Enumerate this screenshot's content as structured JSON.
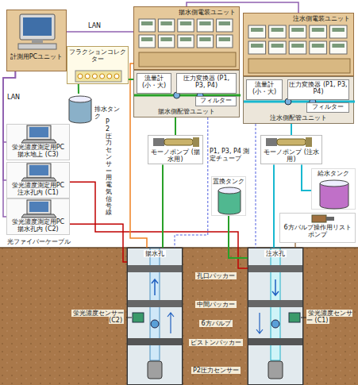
{
  "diagram": {
    "nodes": [
      {
        "text": [
          "計測用PCユニット"
        ]
      },
      {
        "text": [
          "揚水側電装ユニット"
        ]
      },
      {
        "text": [
          "注水側電装ユニット"
        ]
      },
      {
        "text": [
          "フラクションコレクター"
        ]
      },
      {
        "text": [
          "揚水側配管ユニット"
        ]
      },
      {
        "text": [
          "流量計 (小・大)"
        ],
        "in": 4
      },
      {
        "text": [
          "圧力変換器 (P1, P3, P4)"
        ],
        "in": 4
      },
      {
        "text": [
          "フィルター"
        ],
        "in": 4
      },
      {
        "text": [
          "注水側配管ユニット"
        ]
      },
      {
        "text": [
          "圧力変換器 (P1, P3, P4)"
        ],
        "in": 8
      },
      {
        "text": [
          "流量計 (小・大)"
        ],
        "in": 8
      },
      {
        "text": [
          "フィルター"
        ],
        "in": 8
      },
      {
        "text": [
          "排水タンク"
        ]
      },
      {
        "text": [
          "蛍光濃度測定用PC 揚水地上 (C3)"
        ]
      },
      {
        "text": [
          "蛍光濃度測定用PC 注水孔内 (C1)"
        ]
      },
      {
        "text": [
          "蛍光濃度測定用PC 揚水孔内 (C2)"
        ]
      },
      {
        "text": [
          "モーノポンプ (揚水用)"
        ]
      },
      {
        "text": [
          "モーノポンプ (注水用)"
        ]
      },
      {
        "text": [
          "給水タンク"
        ]
      },
      {
        "text": [
          "置換タンク"
        ]
      },
      {
        "text": [
          "6方バルブ操作用リストポンプ"
        ]
      },
      {
        "text": [
          "揚水孔"
        ]
      },
      {
        "text": [
          "注水孔"
        ]
      }
    ],
    "edges": [
      {
        "from": 0,
        "to": 1,
        "arrow": "none",
        "label": "LAN"
      },
      {
        "from": 1,
        "to": 2,
        "arrow": "none"
      },
      {
        "from": 0,
        "to": 13,
        "arrow": "none",
        "label": "LAN"
      },
      {
        "from": 0,
        "to": 14,
        "arrow": "none"
      },
      {
        "from": 0,
        "to": 15,
        "arrow": "none"
      },
      {
        "from": 14,
        "to": 22,
        "arrow": "none"
      },
      {
        "from": 15,
        "to": 21,
        "arrow": "none",
        "label": "光ファイバーケーブル"
      },
      {
        "from": 1,
        "to": 21,
        "arrow": "none"
      },
      {
        "from": 21,
        "to": 16,
        "arrow": "none"
      },
      {
        "from": 16,
        "to": 4,
        "arrow": "none"
      },
      {
        "from": 4,
        "to": 3,
        "arrow": "none"
      },
      {
        "from": 3,
        "to": 12,
        "arrow": "none"
      },
      {
        "from": 4,
        "to": 21,
        "arrow": "none"
      },
      {
        "from": 8,
        "to": 22,
        "arrow": "none"
      },
      {
        "from": 18,
        "to": 17,
        "arrow": "none"
      },
      {
        "from": 17,
        "to": 8,
        "arrow": "none"
      },
      {
        "from": 17,
        "to": 22,
        "arrow": "none"
      },
      {
        "from": 19,
        "to": 22,
        "arrow": "none"
      },
      {
        "from": 20,
        "to": 22,
        "arrow": "none"
      }
    ],
    "labels": [
      "P2圧力センサー用電気信号線",
      "P1, P3, P4 測定チューブ",
      "孔口パッカー",
      "中間パッカー",
      "6方バルブ",
      "ピストンパッカー",
      "蛍光濃度センサー (C2)",
      "蛍光濃度センサー (C1)",
      "P2圧力センサー"
    ]
  }
}
